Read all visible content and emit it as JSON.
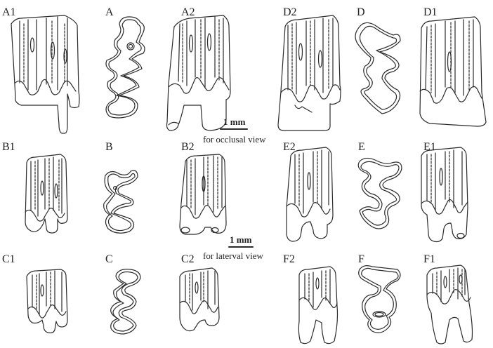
{
  "labels": {
    "A1": "A1",
    "A": "A",
    "A2": "A2",
    "D2": "D2",
    "D": "D",
    "D1": "D1",
    "B1": "B1",
    "B": "B",
    "B2": "B2",
    "E2": "E2",
    "E": "E",
    "E1": "E1",
    "C1": "C1",
    "C": "C",
    "C2": "C2",
    "F2": "F2",
    "F": "F",
    "F1": "F1"
  },
  "scale_bars": {
    "occlusal": {
      "value": "1 mm",
      "note": "for occlusal view"
    },
    "lateral": {
      "value": "1 mm",
      "note": "for laterval view"
    }
  },
  "colors": {
    "line": "#2a2a2a",
    "background": "#ffffff"
  }
}
